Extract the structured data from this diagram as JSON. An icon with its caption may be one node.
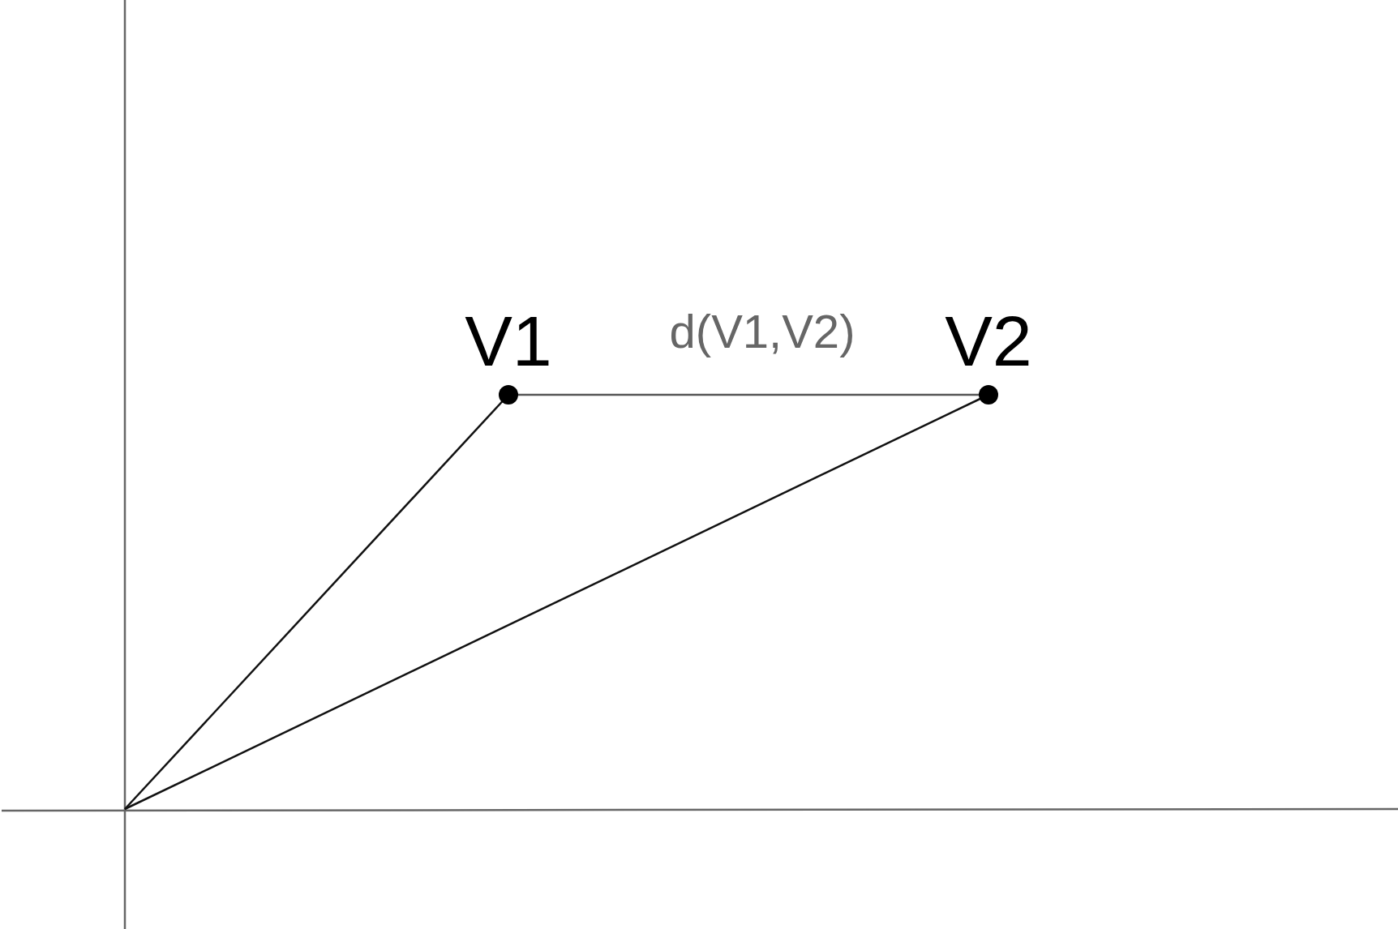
{
  "diagram": {
    "nodes": [
      {
        "text": [
          "V1"
        ]
      },
      {
        "text": [
          "V2"
        ]
      }
    ],
    "edges": [
      {
        "from": null,
        "to": 0,
        "arrow": "none"
      },
      {
        "from": null,
        "to": 1,
        "arrow": "none"
      },
      {
        "from": 0,
        "to": 1,
        "arrow": "none",
        "label": "d(V1,V2)"
      }
    ]
  }
}
